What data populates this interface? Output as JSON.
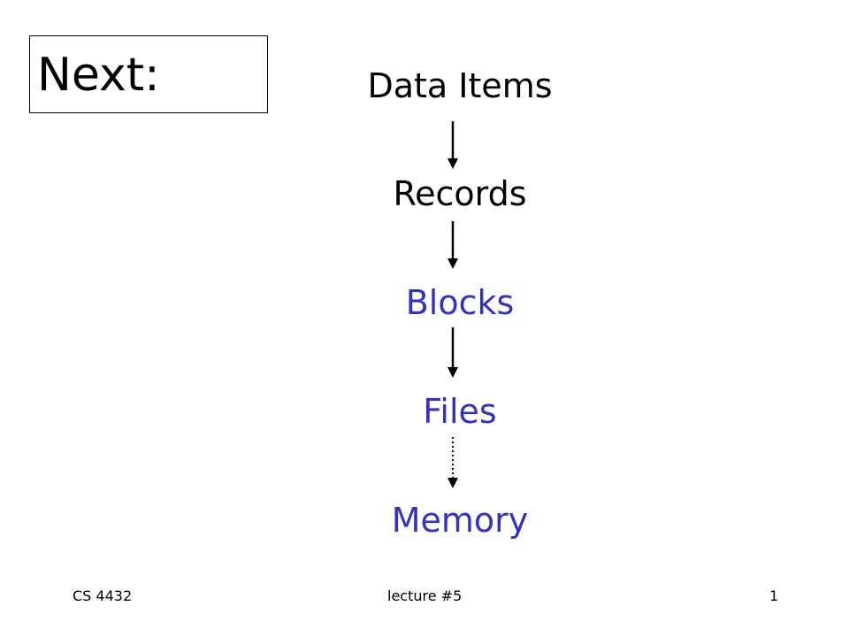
{
  "slide": {
    "title": "Next:",
    "colors": {
      "dark": "#000000",
      "accent": "#3333bb"
    },
    "nodes": [
      {
        "label": "Data Items",
        "color": "#000000"
      },
      {
        "label": "Records",
        "color": "#000000"
      },
      {
        "label": "Blocks",
        "color": "#3333bb"
      },
      {
        "label": "Files",
        "color": "#3333bb"
      },
      {
        "label": "Memory",
        "color": "#3333bb"
      }
    ],
    "edges": [
      {
        "from": "Data Items",
        "to": "Records",
        "style": "solid"
      },
      {
        "from": "Records",
        "to": "Blocks",
        "style": "solid"
      },
      {
        "from": "Blocks",
        "to": "Files",
        "style": "solid"
      },
      {
        "from": "Files",
        "to": "Memory",
        "style": "dotted"
      }
    ]
  },
  "footer": {
    "course": "CS 4432",
    "lecture": "lecture #5",
    "page": "1"
  }
}
